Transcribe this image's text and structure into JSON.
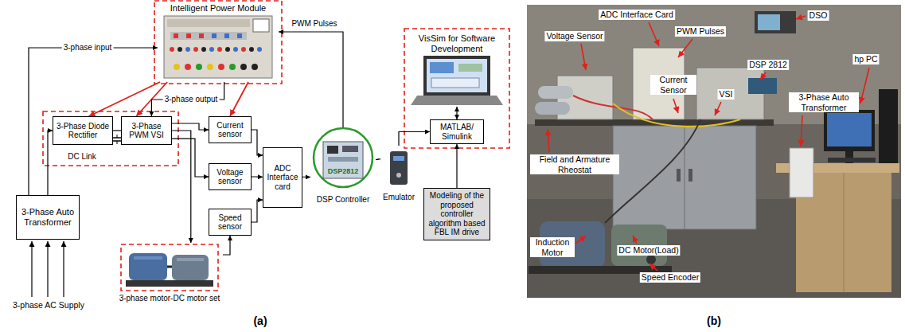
{
  "diagram": {
    "nodes": [
      {
        "text": [
          "Intelligent Power Module"
        ]
      },
      {
        "text": [
          "VisSim for Software Development"
        ]
      },
      {
        "text": [
          "3-Phase Diode Rectifier"
        ]
      },
      {
        "text": [
          "3-Phase PWM VSI"
        ]
      },
      {
        "text": [
          "MATLAB/ Simulink"
        ]
      },
      {
        "text": [
          "Current sensor"
        ]
      },
      {
        "text": [
          "ADC Interface card"
        ]
      },
      {
        "text": [
          "Voltage sensor"
        ]
      },
      {
        "text": [
          "DSP2812",
          "DSP Controller"
        ]
      },
      {
        "text": [
          "Emulator"
        ]
      },
      {
        "text": [
          "3-Phase Auto Transformer"
        ]
      },
      {
        "text": [
          "Speed sensor"
        ]
      },
      {
        "text": [
          "Modeling of the proposed controller algorithm based FBL IM drive"
        ]
      },
      {
        "text": [
          "3-phase motor-DC motor set"
        ]
      }
    ],
    "edges": [
      {
        "from": 10,
        "to": 2,
        "arrow": "to"
      },
      {
        "from": 10,
        "to": 0,
        "arrow": "to",
        "label": "3-phase input"
      },
      {
        "from": 2,
        "to": 3,
        "arrow": "none"
      },
      {
        "from": 0,
        "to": 2,
        "arrow": "to"
      },
      {
        "from": 0,
        "to": 3,
        "arrow": "to"
      },
      {
        "from": 0,
        "to": 5,
        "arrow": "to"
      },
      {
        "from": 0,
        "to": 3,
        "arrow": "to",
        "label": "3-phase output"
      },
      {
        "from": 3,
        "to": 13,
        "arrow": "to"
      },
      {
        "from": 3,
        "to": 5,
        "arrow": "to"
      },
      {
        "from": 3,
        "to": 7,
        "arrow": "to"
      },
      {
        "from": 13,
        "to": 11,
        "arrow": "to"
      },
      {
        "from": 5,
        "to": 6,
        "arrow": "to"
      },
      {
        "from": 7,
        "to": 6,
        "arrow": "to"
      },
      {
        "from": 11,
        "to": 6,
        "arrow": "to"
      },
      {
        "from": 6,
        "to": 8,
        "arrow": "to"
      },
      {
        "from": 8,
        "to": 0,
        "arrow": "to",
        "label": "PWM Pulses"
      },
      {
        "from": 8,
        "to": 9,
        "arrow": "none"
      },
      {
        "from": 9,
        "to": 4,
        "arrow": "to"
      },
      {
        "from": 4,
        "to": 1,
        "arrow": "both"
      },
      {
        "from": 12,
        "to": 4,
        "arrow": "to"
      }
    ],
    "labels": [
      "DC Link",
      "3-phase AC Supply",
      "(a)",
      "ADC Interface Card",
      "DSO",
      "Voltage Sensor",
      "PWM Pulses",
      "hp PC",
      "DSP 2812",
      "Current Sensor",
      "VSI",
      "3-Phase Auto Transformer",
      "Field and Armature Rheostat",
      "Induction Motor",
      "DC Motor(Load)",
      "Speed Encoder",
      "(b)"
    ]
  }
}
